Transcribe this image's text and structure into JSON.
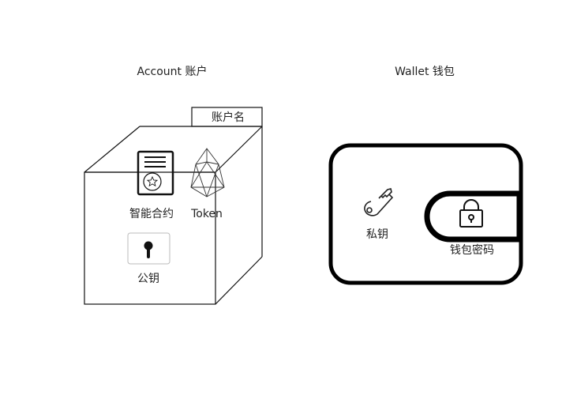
{
  "account": {
    "title": "Account 账户",
    "name_tab": "账户名",
    "smart_contract_label": "智能合约",
    "token_label": "Token",
    "public_key_label": "公钥"
  },
  "wallet": {
    "title": "Wallet 钱包",
    "private_key_label": "私钥",
    "wallet_password_label": "钱包密码"
  }
}
